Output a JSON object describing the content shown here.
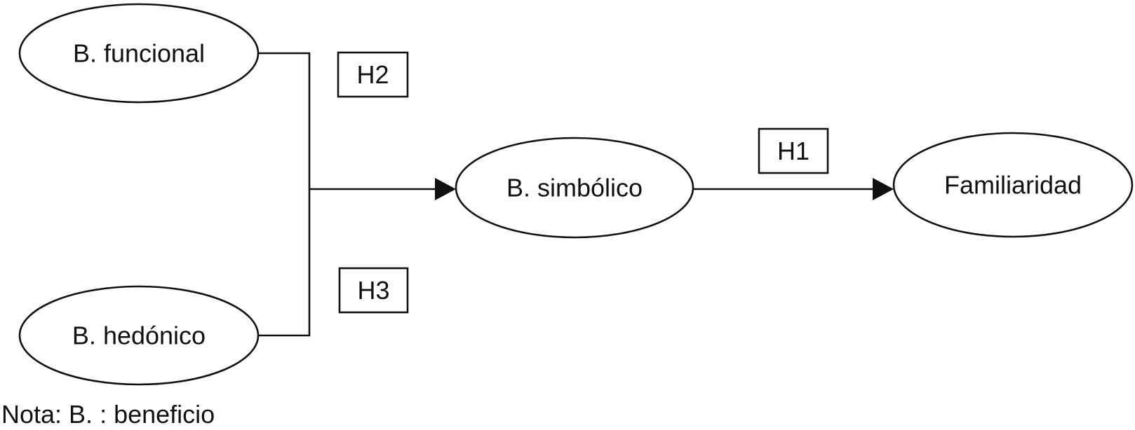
{
  "nodes": {
    "funcional": "B. funcional",
    "hedonico": "B. hedónico",
    "simbolico": "B. simbólico",
    "familiaridad": "Familiaridad"
  },
  "hypotheses": {
    "h1": "H1",
    "h2": "H2",
    "h3": "H3"
  },
  "note": "Nota: B. : beneficio",
  "colors": {
    "stroke": "#111111",
    "background": "#ffffff"
  }
}
